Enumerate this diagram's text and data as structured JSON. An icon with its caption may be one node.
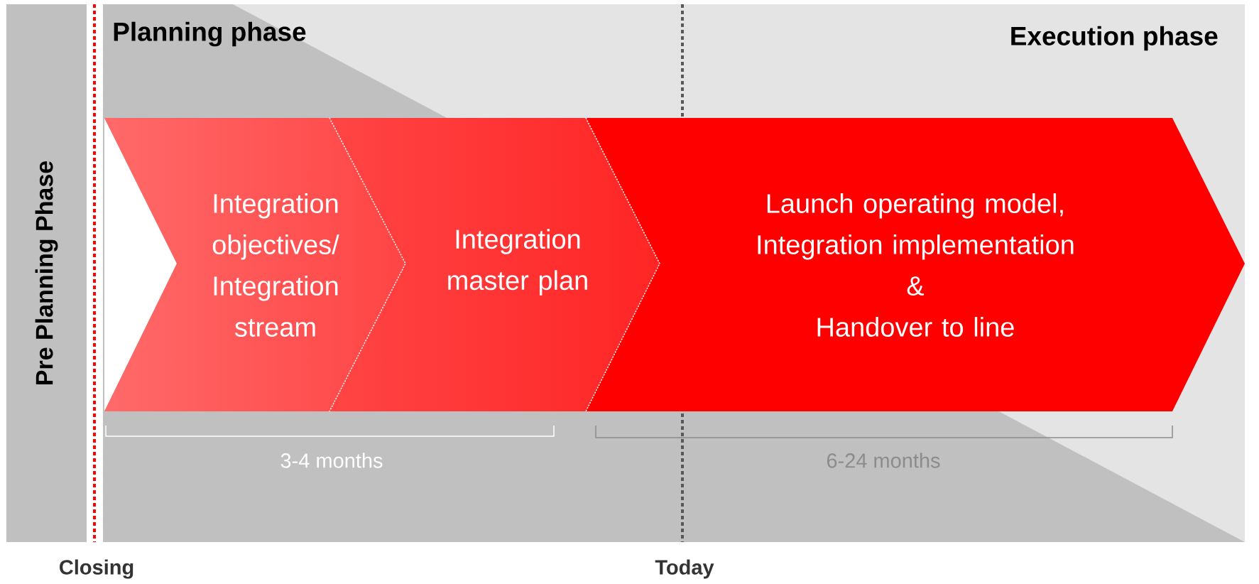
{
  "diagram": {
    "nodes": [
      {
        "text": [
          "Pre Planning Phase"
        ]
      },
      {
        "text": [
          "Integration objectives/ Integration stream"
        ]
      },
      {
        "text": [
          "Integration master plan"
        ]
      },
      {
        "text": [
          "Launch operating model, Integration implementation",
          "&",
          "Handover to line"
        ]
      }
    ],
    "edges": [],
    "labels": [
      "Planning phase",
      "Execution phase",
      "3-4 months",
      "6-24 months",
      "Closing",
      "Today"
    ]
  }
}
